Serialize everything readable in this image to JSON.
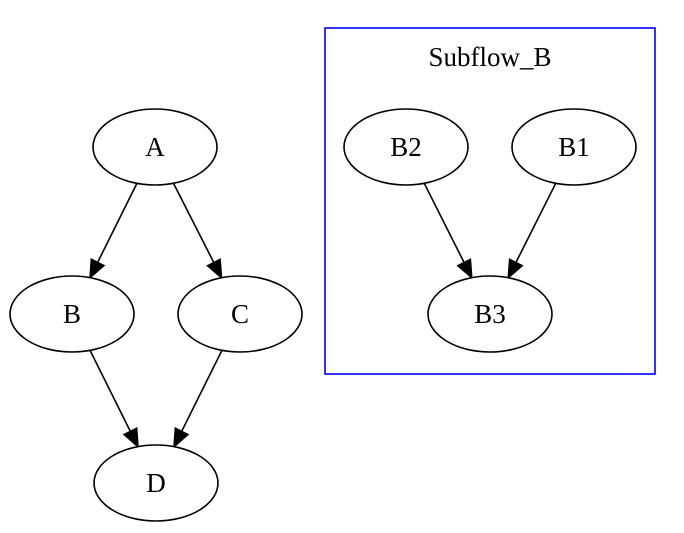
{
  "nodes": {
    "A": {
      "label": "A"
    },
    "B": {
      "label": "B"
    },
    "C": {
      "label": "C"
    },
    "D": {
      "label": "D"
    },
    "B1": {
      "label": "B1"
    },
    "B2": {
      "label": "B2"
    },
    "B3": {
      "label": "B3"
    }
  },
  "edges": [
    {
      "from": "A",
      "to": "B"
    },
    {
      "from": "A",
      "to": "C"
    },
    {
      "from": "B",
      "to": "D"
    },
    {
      "from": "C",
      "to": "D"
    },
    {
      "from": "B2",
      "to": "B3"
    },
    {
      "from": "B1",
      "to": "B3"
    }
  ],
  "cluster": {
    "label": "Subflow_B",
    "members": [
      "B1",
      "B2",
      "B3"
    ],
    "color": "#0000ee"
  }
}
